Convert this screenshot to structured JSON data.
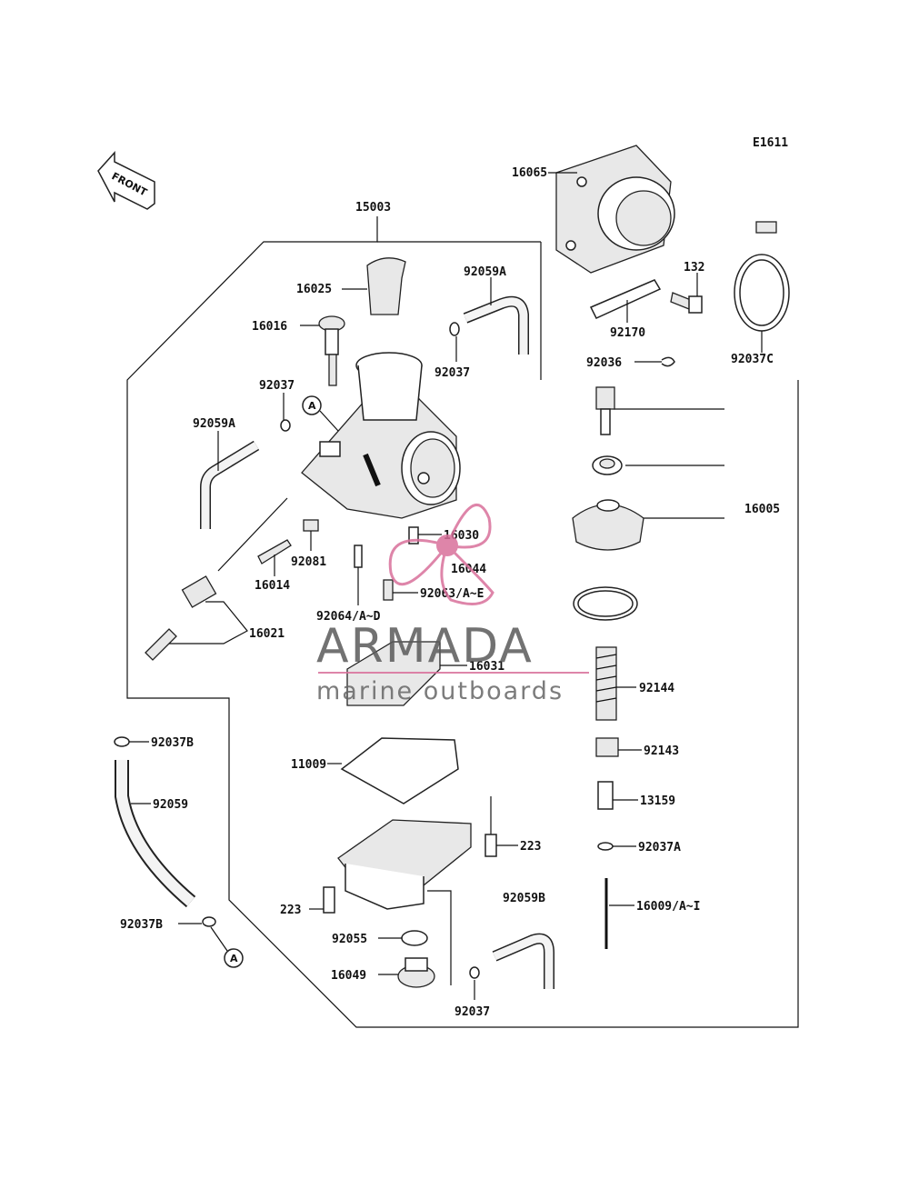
{
  "diagram_code": "E1611",
  "front_arrow_label": "FRONT",
  "callout_ref": "A",
  "watermark": {
    "title": "ARMADA",
    "subtitle": "marine outboards",
    "accent_color": "#d9709b"
  },
  "part_labels": {
    "p15003": "15003",
    "p16065": "16065",
    "p16025": "16025",
    "p92059A_top": "92059A",
    "p132": "132",
    "p16016": "16016",
    "p92037_top": "92037",
    "p92170": "92170",
    "p92037C": "92037C",
    "p92036": "92036",
    "p92037_left": "92037",
    "p92059A_left": "92059A",
    "p16005": "16005",
    "p16030": "16030",
    "p92081": "92081",
    "p16044": "16044",
    "p16014": "16014",
    "p92063": "92063/A~E",
    "p92064": "92064/A~D",
    "p16021": "16021",
    "p16031": "16031",
    "p92144": "92144",
    "p92037B_top": "92037B",
    "p92143": "92143",
    "p11009": "11009",
    "p92059": "92059",
    "p13159": "13159",
    "p223_right": "223",
    "p92037A": "92037A",
    "p92059B": "92059B",
    "p16009": "16009/A~I",
    "p223_left": "223",
    "p92037B_bottom": "92037B",
    "p92055": "92055",
    "p16049": "16049",
    "p92037_bottom": "92037"
  }
}
